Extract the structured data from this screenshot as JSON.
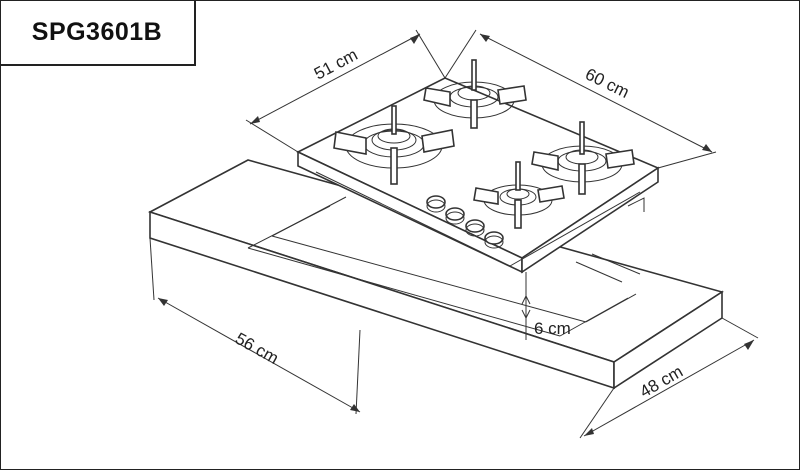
{
  "model": "SPG3601B",
  "dimensions": {
    "hob_depth": "51 cm",
    "hob_width": "60 cm",
    "cutout_width": "56 cm",
    "cutout_depth": "48 cm",
    "hob_height": "6 cm"
  },
  "icons": {
    "countertop": "countertop-cutout-icon",
    "hob": "gas-hob-icon",
    "burner": "burner-icon",
    "knob": "knob-icon"
  }
}
